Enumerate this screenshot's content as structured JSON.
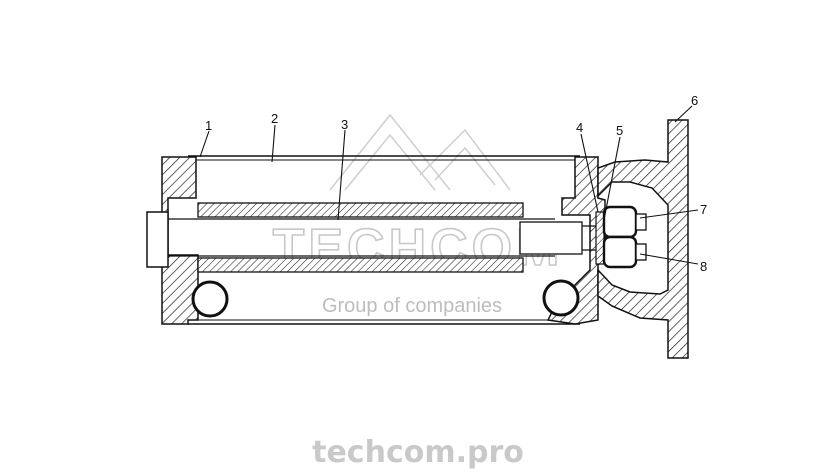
{
  "callouts": [
    "1",
    "2",
    "3",
    "4",
    "5",
    "6",
    "7",
    "8"
  ],
  "watermark": {
    "brand": "TECHCOM",
    "tagline": "Group of companies"
  },
  "footer": {
    "site": "techcom.pro"
  }
}
